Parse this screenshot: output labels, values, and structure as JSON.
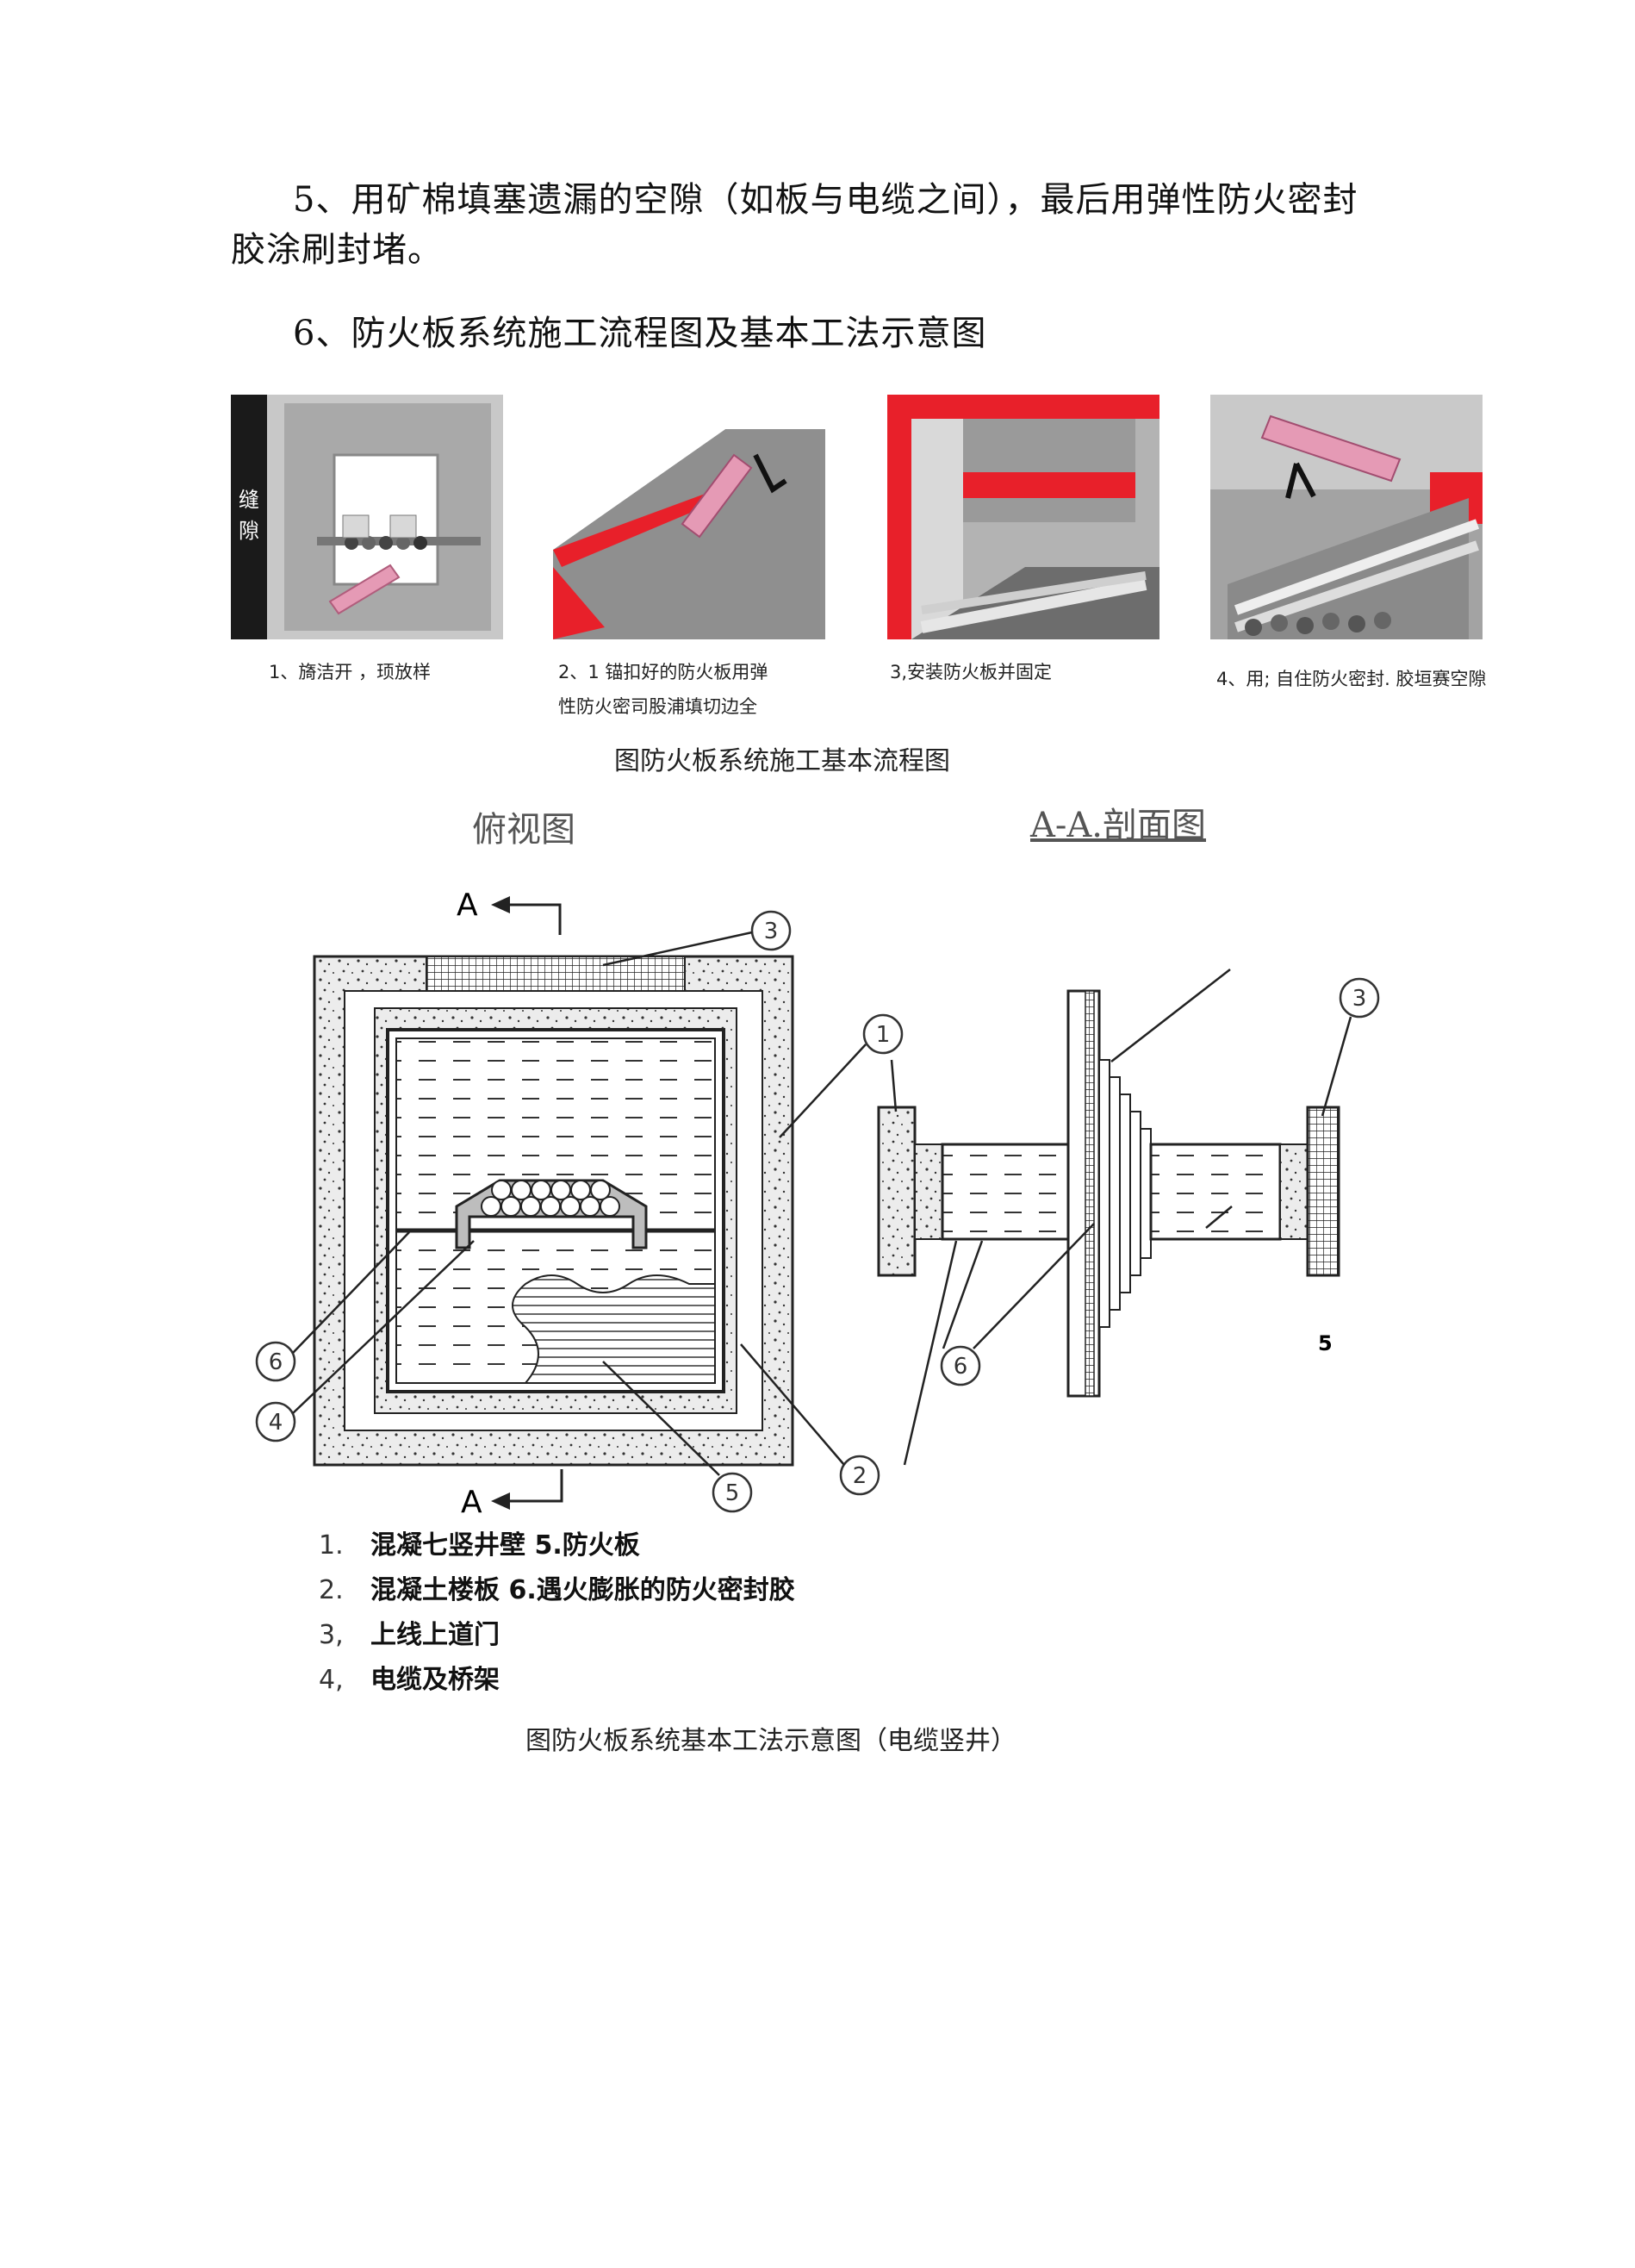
{
  "paragraphs": {
    "p5_line1": "5、用矿棉填塞遗漏的空隙（如板与电缆之间），最后用弹性防火密封",
    "p5_line2": "胶涂刷封堵。",
    "p6": "6、防火板系统施工流程图及基本工法示意图"
  },
  "flow": {
    "panel1_side_text": "缝隙",
    "steps": [
      {
        "line1": "1、旖洁开 ，顼放样",
        "line2": ""
      },
      {
        "line1": "2、1 锚扣好的防火板用弹",
        "line2": "性防火密司股浦填切边全"
      },
      {
        "line1": "3,安装防火板并固定",
        "line2": ""
      },
      {
        "line1": "4、用; 自住防火密封. 胶垣赛空隙",
        "line2": ""
      }
    ],
    "caption": "图防火板系统施工基本流程图"
  },
  "drawing": {
    "top_view_title": "俯视图",
    "section_title": "A-A.剖面图",
    "section_marker": "A",
    "callouts": [
      "①",
      "②",
      "③",
      "④",
      "⑤",
      "⑥"
    ],
    "section_label_5": "5"
  },
  "legend": [
    {
      "num": "1.",
      "text": "混凝七竖井壁 5.防火板"
    },
    {
      "num": "2.",
      "text": "混凝土楼板 6.遇火膨胀的防火密封胶"
    },
    {
      "num": "3,",
      "text": "上线上道门"
    },
    {
      "num": "4,",
      "text": "电缆及桥架"
    }
  ],
  "caption2": "图防火板系统基本工法示意图（电缆竖井）",
  "colors": {
    "accent_red": "#e8202a",
    "panel_gray": "#9b9b9b",
    "pink": "#e59ab5"
  }
}
